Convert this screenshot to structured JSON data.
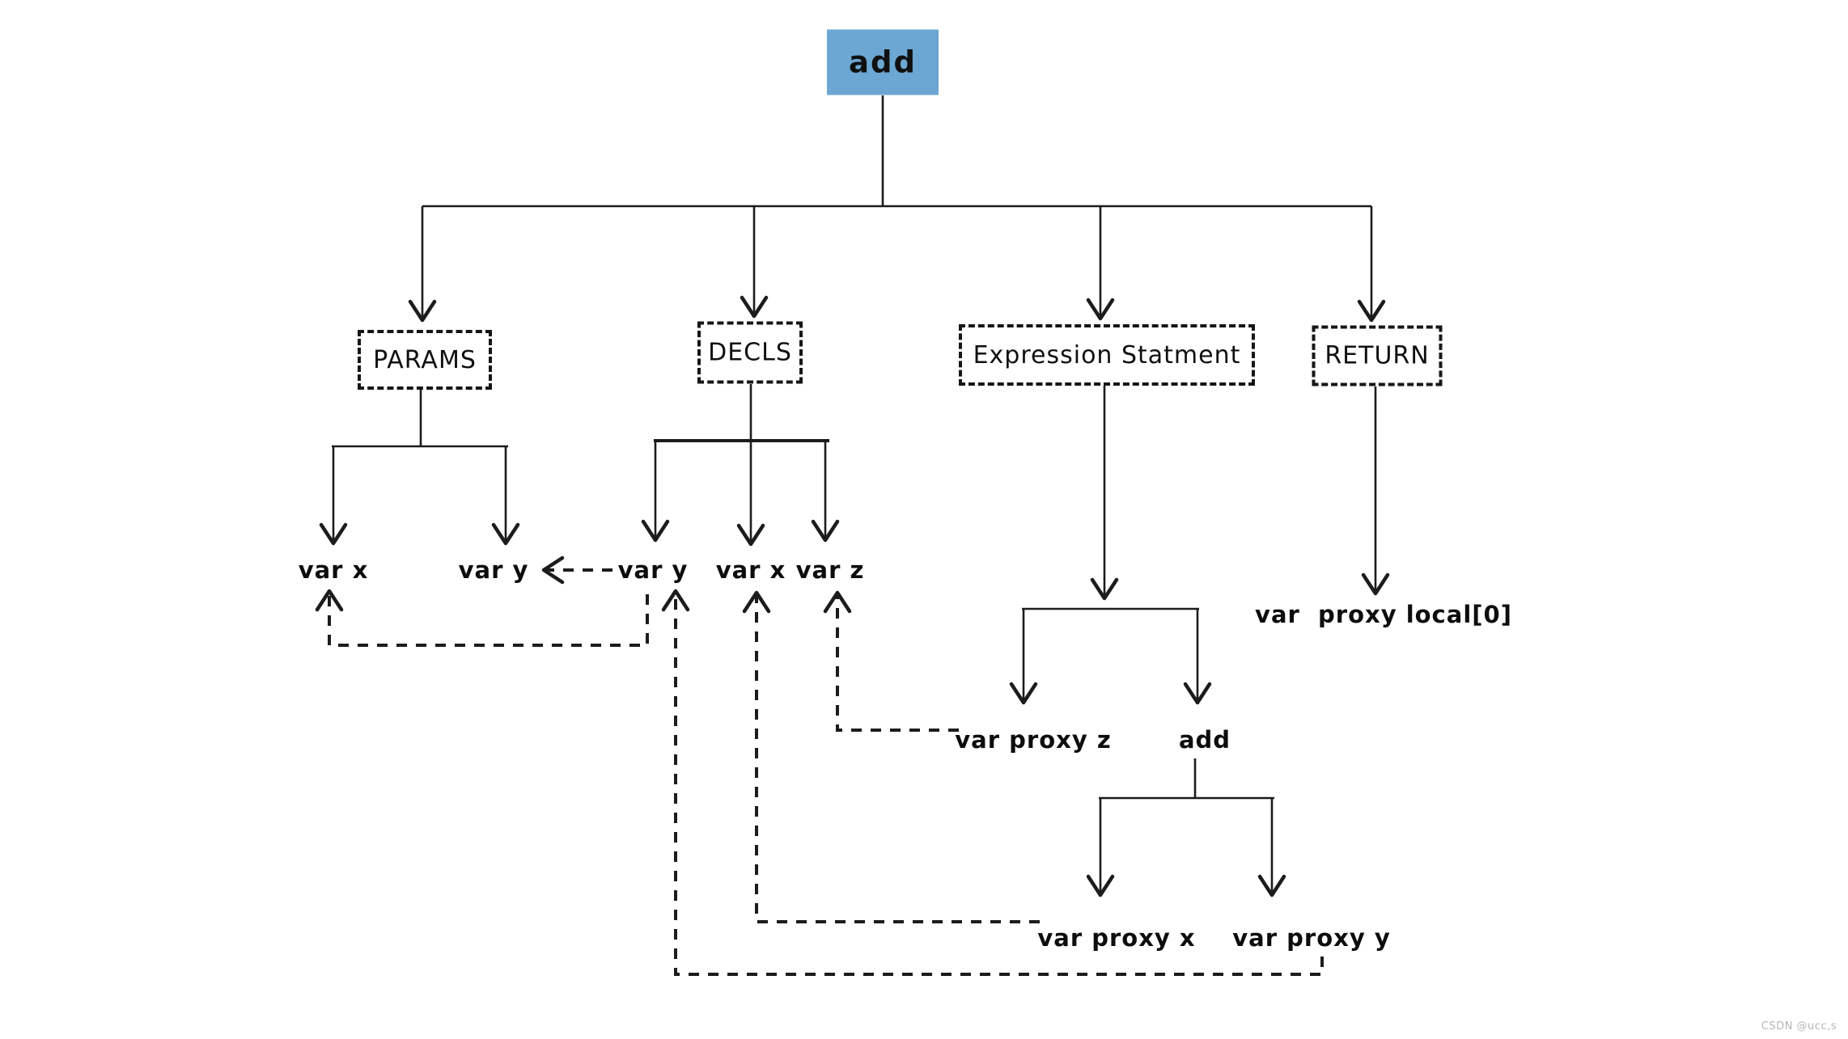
{
  "diagram": {
    "root": {
      "label": "add",
      "fill": "#6ba7d2"
    },
    "level1": [
      {
        "id": "params",
        "label": "PARAMS"
      },
      {
        "id": "decls",
        "label": "DECLS"
      },
      {
        "id": "expression-statement",
        "label": "Expression Statment"
      },
      {
        "id": "return",
        "label": "RETURN"
      }
    ],
    "params_children": [
      {
        "label": "var x"
      },
      {
        "label": "var y"
      }
    ],
    "decls_children": [
      {
        "label": "var y"
      },
      {
        "label": "var x"
      },
      {
        "label": "var z"
      }
    ],
    "expr_children": [
      {
        "label": "var proxy z"
      },
      {
        "label": "add"
      }
    ],
    "add_children": [
      {
        "label": "var proxy x"
      },
      {
        "label": "var proxy y"
      }
    ],
    "return_child": {
      "label": "var  proxy local[0]"
    },
    "edges": [
      {
        "from": "add(root)",
        "to": "PARAMS",
        "style": "solid-arrow"
      },
      {
        "from": "add(root)",
        "to": "DECLS",
        "style": "solid-arrow"
      },
      {
        "from": "add(root)",
        "to": "Expression Statment",
        "style": "solid-arrow"
      },
      {
        "from": "add(root)",
        "to": "RETURN",
        "style": "solid-arrow"
      },
      {
        "from": "PARAMS",
        "to": "var x",
        "style": "solid-arrow"
      },
      {
        "from": "PARAMS",
        "to": "var y",
        "style": "solid-arrow"
      },
      {
        "from": "DECLS",
        "to": "var y",
        "style": "solid-arrow"
      },
      {
        "from": "DECLS",
        "to": "var x",
        "style": "solid-arrow"
      },
      {
        "from": "DECLS",
        "to": "var z",
        "style": "solid-arrow"
      },
      {
        "from": "Expression Statment",
        "to": "var proxy z",
        "style": "solid-arrow"
      },
      {
        "from": "Expression Statment",
        "to": "add",
        "style": "solid-arrow"
      },
      {
        "from": "add",
        "to": "var proxy x",
        "style": "solid-arrow"
      },
      {
        "from": "add",
        "to": "var proxy y",
        "style": "solid-arrow"
      },
      {
        "from": "RETURN",
        "to": "var  proxy local[0]",
        "style": "solid-arrow"
      },
      {
        "from": "var y (DECLS)",
        "to": "var y (PARAMS)",
        "style": "dashed-arrow"
      },
      {
        "from": "var y (DECLS)",
        "to": "var x (PARAMS)",
        "style": "dashed-arrow"
      },
      {
        "from": "var proxy z",
        "to": "var z (DECLS)",
        "style": "dashed-arrow"
      },
      {
        "from": "var proxy x",
        "to": "var x (DECLS)",
        "style": "dashed-arrow"
      },
      {
        "from": "var proxy y",
        "to": "var y (DECLS)",
        "style": "dashed-arrow"
      }
    ]
  },
  "colors": {
    "stroke": "#1c1c1c",
    "root_fill": "#6ba7d2",
    "background": "#ffffff"
  },
  "watermark": "CSDN @ucc,s"
}
